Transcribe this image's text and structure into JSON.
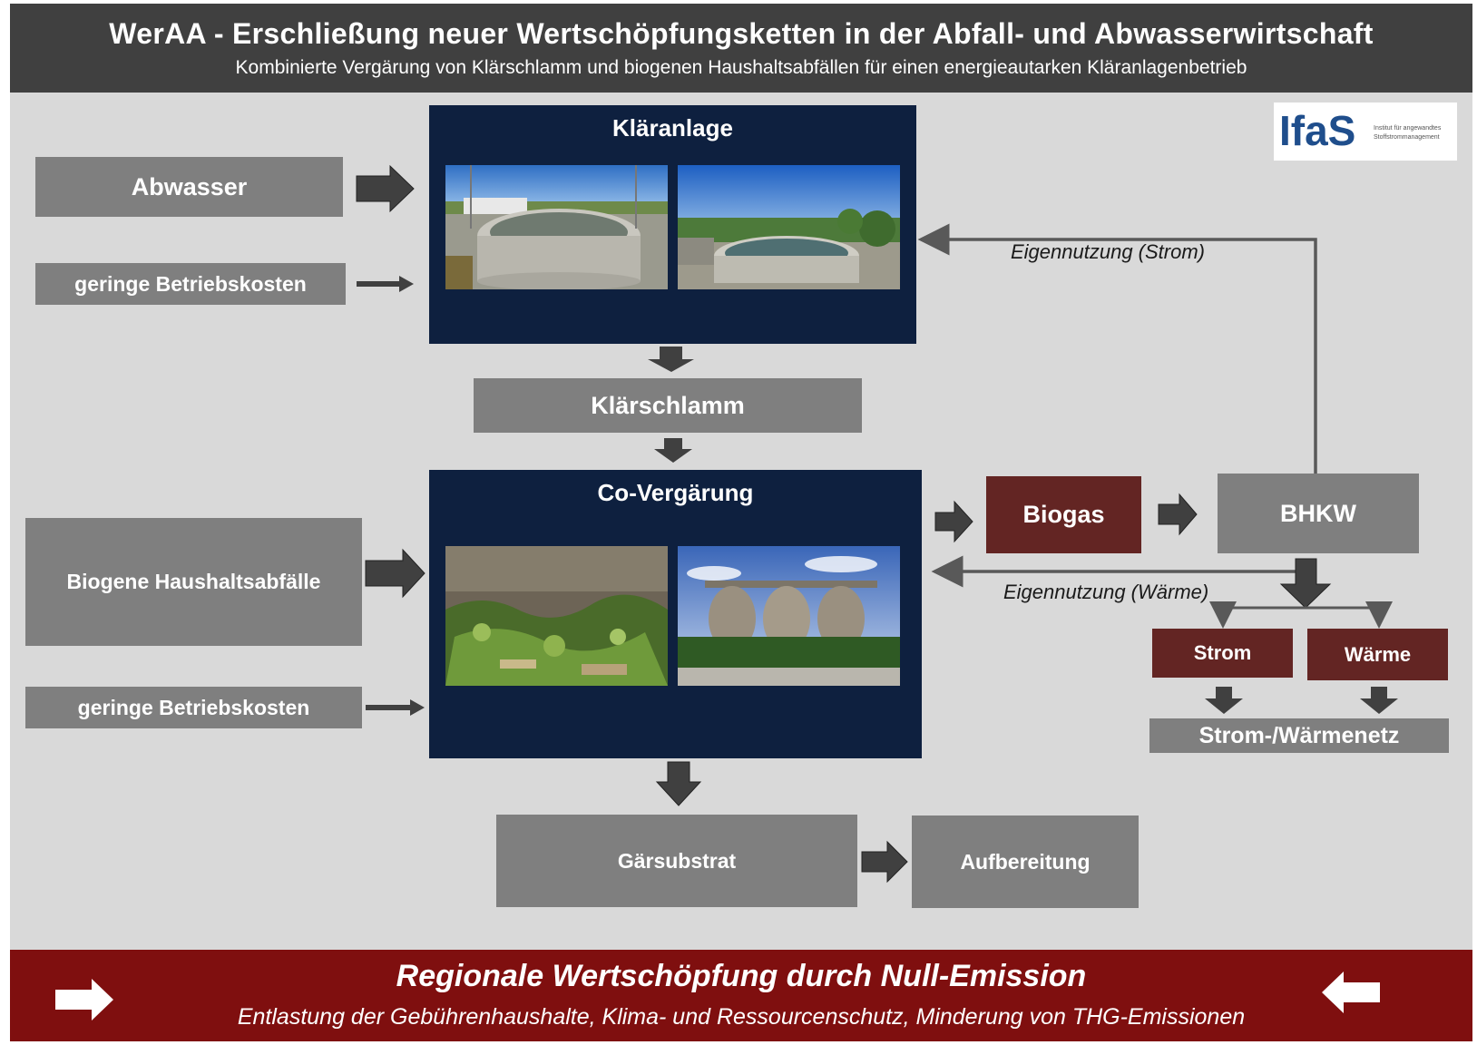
{
  "header": {
    "title": "WerAA - Erschließung neuer Wertschöpfungsketten in der Abfall- und Abwasserwirtschaft",
    "subtitle": "Kombinierte Vergärung von Klärschlamm und biogenen Haushaltsabfällen für einen energieautarken Kläranlagenbetrieb"
  },
  "logo": {
    "text": "IfaS",
    "tagline_line1": "Institut für angewandtes",
    "tagline_line2": "Stoffstrommanagement"
  },
  "inputs": {
    "abwasser": "Abwasser",
    "betriebskosten_1": "geringe Betriebskosten",
    "haushaltsabfaelle": "Biogene Haushaltsabfälle",
    "betriebskosten_2": "geringe Betriebskosten"
  },
  "nodes": {
    "klaeranlage": "Kläranlage",
    "klaerschlamm": "Klärschlamm",
    "co_vergaerung": "Co-Vergärung",
    "biogas": "Biogas",
    "bhkw": "BHKW",
    "strom": "Strom",
    "waerme": "Wärme",
    "netz": "Strom-/Wärmenetz",
    "gaersubstrat": "Gärsubstrat",
    "aufbereitung": "Aufbereitung"
  },
  "flow_labels": {
    "eigennutzung_strom": "Eigennutzung (Strom)",
    "eigennutzung_waerme": "Eigennutzung (Wärme)"
  },
  "footer": {
    "title": "Regionale Wertschöpfung durch Null-Emission",
    "subtitle": "Entlastung der Gebührenhaushalte, Klima- und Ressourcenschutz, Minderung von THG-Emissionen"
  },
  "colors": {
    "header_bg": "#404040",
    "canvas_bg": "#d9d9d9",
    "grey_box": "#7f7f7f",
    "dark_red_box": "#632523",
    "navy_box": "#0e203f",
    "footer_bg": "#7f0f0f",
    "arrow": "#404040"
  }
}
